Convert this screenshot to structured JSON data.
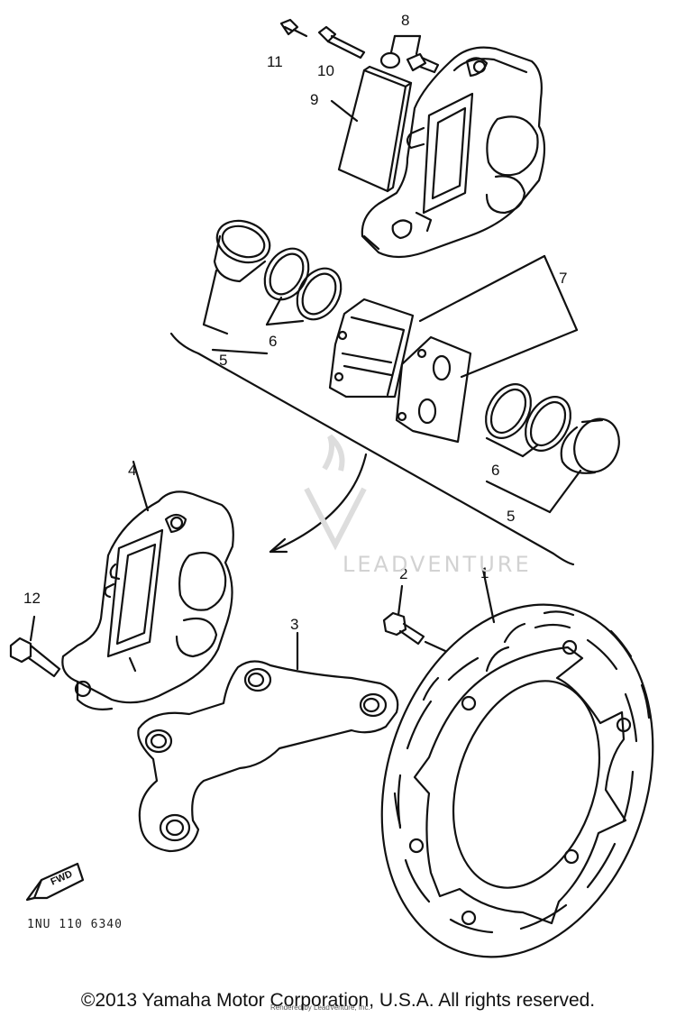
{
  "diagram": {
    "callouts": [
      "1",
      "2",
      "3",
      "4",
      "5",
      "5",
      "6",
      "6",
      "7",
      "8",
      "9",
      "10",
      "11",
      "12"
    ],
    "diagram_code": "1NU 110 6340",
    "watermark": "LEADVENTURE",
    "fwd_label": "FWD"
  },
  "footer": {
    "copyright": "©2013 Yamaha Motor Corporation, U.S.A. All rights reserved.",
    "rendered_by": "Rendered by LeadVenture, Inc."
  }
}
